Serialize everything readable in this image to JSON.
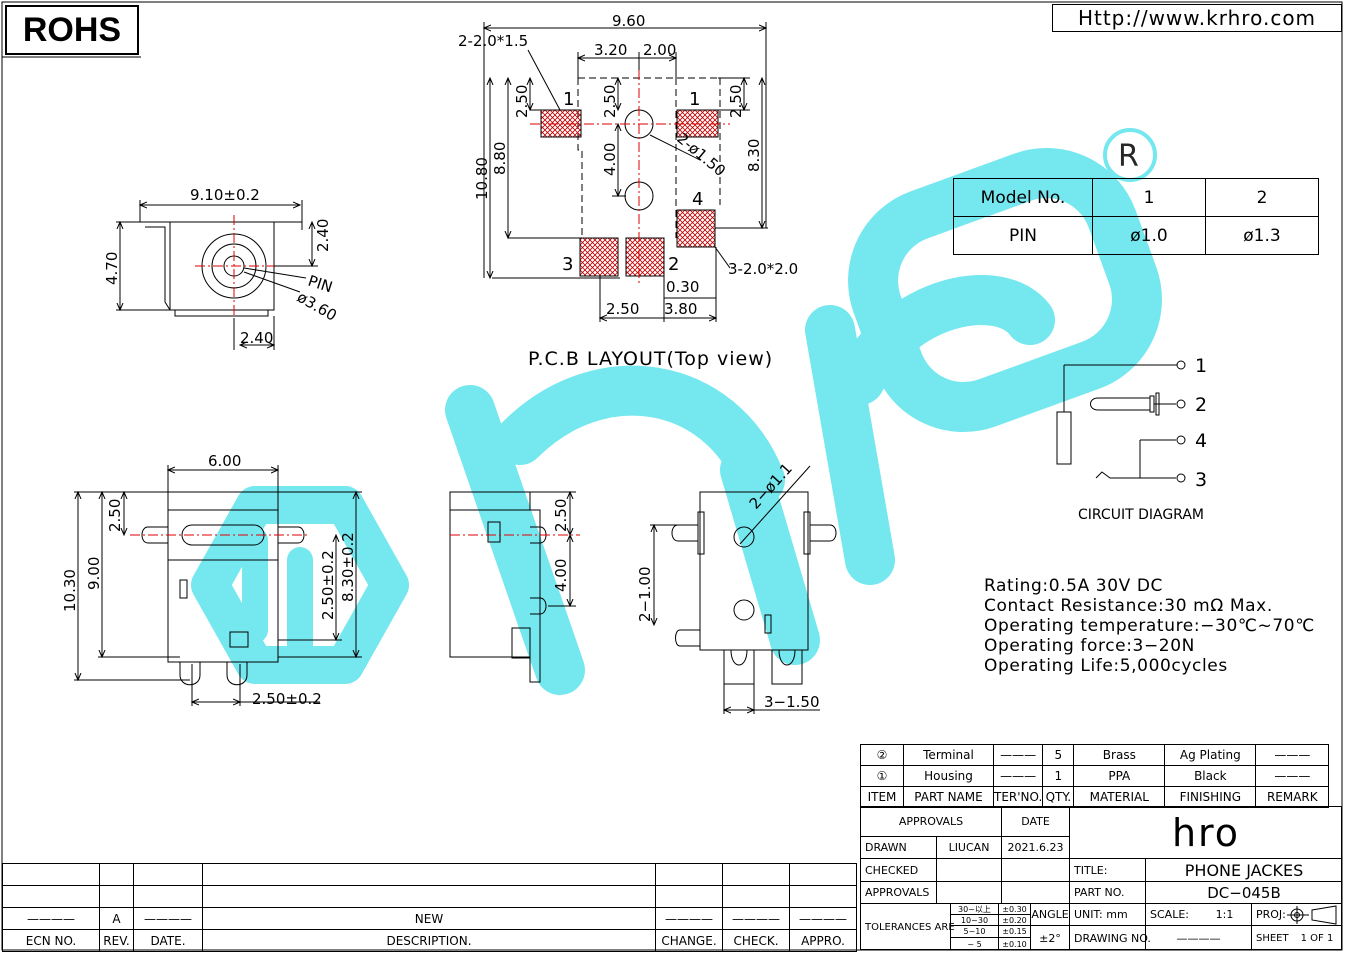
{
  "header": {
    "rohs": "ROHS",
    "url": "Http://www.krhro.com"
  },
  "front_view": {
    "width_dim": "9.10±0.2",
    "height_dim": "4.70",
    "top_dim": "2.40",
    "pin_label": "PIN",
    "dia_label": "ø3.60",
    "bottom_dim": "2.40"
  },
  "pcb": {
    "title": "P.C.B LAYOUT(Top view)",
    "overall": "9.60",
    "d320": "3.20",
    "d200": "2.00",
    "pad_small": "2-2.0*1.5",
    "pad_big": "3-2.0*2.0",
    "h250a": "2.50",
    "h250b": "2.50",
    "h250c": "2.50",
    "h1080": "10.80",
    "h880": "8.80",
    "h830": "8.30",
    "h400": "4.00",
    "dia": "2-ø1.50",
    "d030": "0.30",
    "d250": "2.50",
    "d380": "3.80",
    "n1a": "1",
    "n1b": "1",
    "n2": "2",
    "n3": "3",
    "n4": "4"
  },
  "model_table": {
    "rows": [
      [
        "Model No.",
        "1",
        "2"
      ],
      [
        "PIN",
        "ø1.0",
        "ø1.3"
      ]
    ]
  },
  "circuit": {
    "title": "CIRCUIT DIAGRAM",
    "pins": [
      "1",
      "2",
      "4",
      "3"
    ]
  },
  "specs": [
    "Rating:0.5A 30V DC",
    "Contact Resistance:30 mΩ Max.",
    "Operating temperature:−30℃~70℃",
    "Operating force:3−20N",
    "Operating Life:5,000cycles"
  ],
  "top_view": {
    "w600": "6.00",
    "h250": "2.50",
    "h1030": "10.30",
    "h900": "9.00",
    "h250b": "2.50±0.2",
    "h830": "8.30±0.2",
    "w250": "2.50±0.2"
  },
  "side_view": {
    "h250": "2.50",
    "h400": "4.00"
  },
  "bottom_view": {
    "dia": "2−ø1.1",
    "h100": "2−1.00",
    "w150": "3−1.50"
  },
  "bom": {
    "rows": [
      [
        "②",
        "Terminal",
        "———",
        "5",
        "Brass",
        "Ag Plating",
        "———"
      ],
      [
        "①",
        "Housing",
        "———",
        "1",
        "PPA",
        "Black",
        "———"
      ],
      [
        "ITEM",
        "PART NAME",
        "TER'NO.",
        "QTY.",
        "MATERIAL",
        "FINISHING",
        "REMARK"
      ]
    ]
  },
  "title_block": {
    "approvals": "APPROVALS",
    "date": "DATE",
    "drawn": "DRAWN",
    "drawn_by": "LIUCAN",
    "drawn_date": "2021.6.23",
    "checked": "CHECKED",
    "approvals2": "APPROVALS",
    "tolerances": "TOLERANCES ARE",
    "tol_rows": [
      [
        "30~以上",
        "±0.30"
      ],
      [
        "10~30",
        "±0.20"
      ],
      [
        "5~10",
        "±0.15"
      ],
      [
        "~ 5",
        "±0.10"
      ]
    ],
    "angle": "ANGLE",
    "angle_val": "±2°",
    "logo": "hro",
    "title_label": "TITLE:",
    "title_val": "PHONE JACKES",
    "part_label": "PART NO.",
    "part_val": "DC−045B",
    "unit": "UNIT: mm",
    "scale_label": "SCALE:",
    "scale_val": "1:1",
    "proj": "PROJ:",
    "drawing_no": "DRAWING NO.",
    "drawing_val": "————",
    "sheet": "SHEET",
    "sheet_val": "1 OF 1"
  },
  "revision": {
    "row": [
      "————",
      "A",
      "————",
      "NEW",
      "————",
      "————",
      "————"
    ],
    "headers": [
      "ECN NO.",
      "REV.",
      "DATE.",
      "DESCRIPTION.",
      "CHANGE.",
      "CHECK.",
      "APPRO."
    ]
  },
  "colors": {
    "watermark": "#5be3ec",
    "pad_hatch": "#c00000",
    "centerline": "#e00000"
  }
}
